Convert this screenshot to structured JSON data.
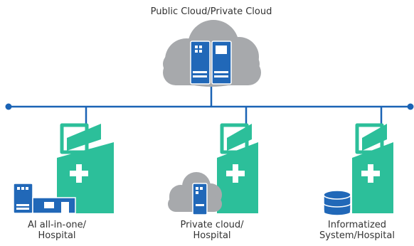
{
  "title": "Public Cloud/Private Cloud",
  "sites": [
    {
      "line1": "AI all-in-one/",
      "line2": "Hospital"
    },
    {
      "line1": "Private cloud/",
      "line2": "Hospital"
    },
    {
      "line1": "Informatized",
      "line2": "System/Hospital"
    }
  ],
  "colors": {
    "bus": "#1a63b5",
    "cloud": "#a7a9ac",
    "teal": "#2cbf9a",
    "server": "#2168b8",
    "text": "#333333"
  }
}
